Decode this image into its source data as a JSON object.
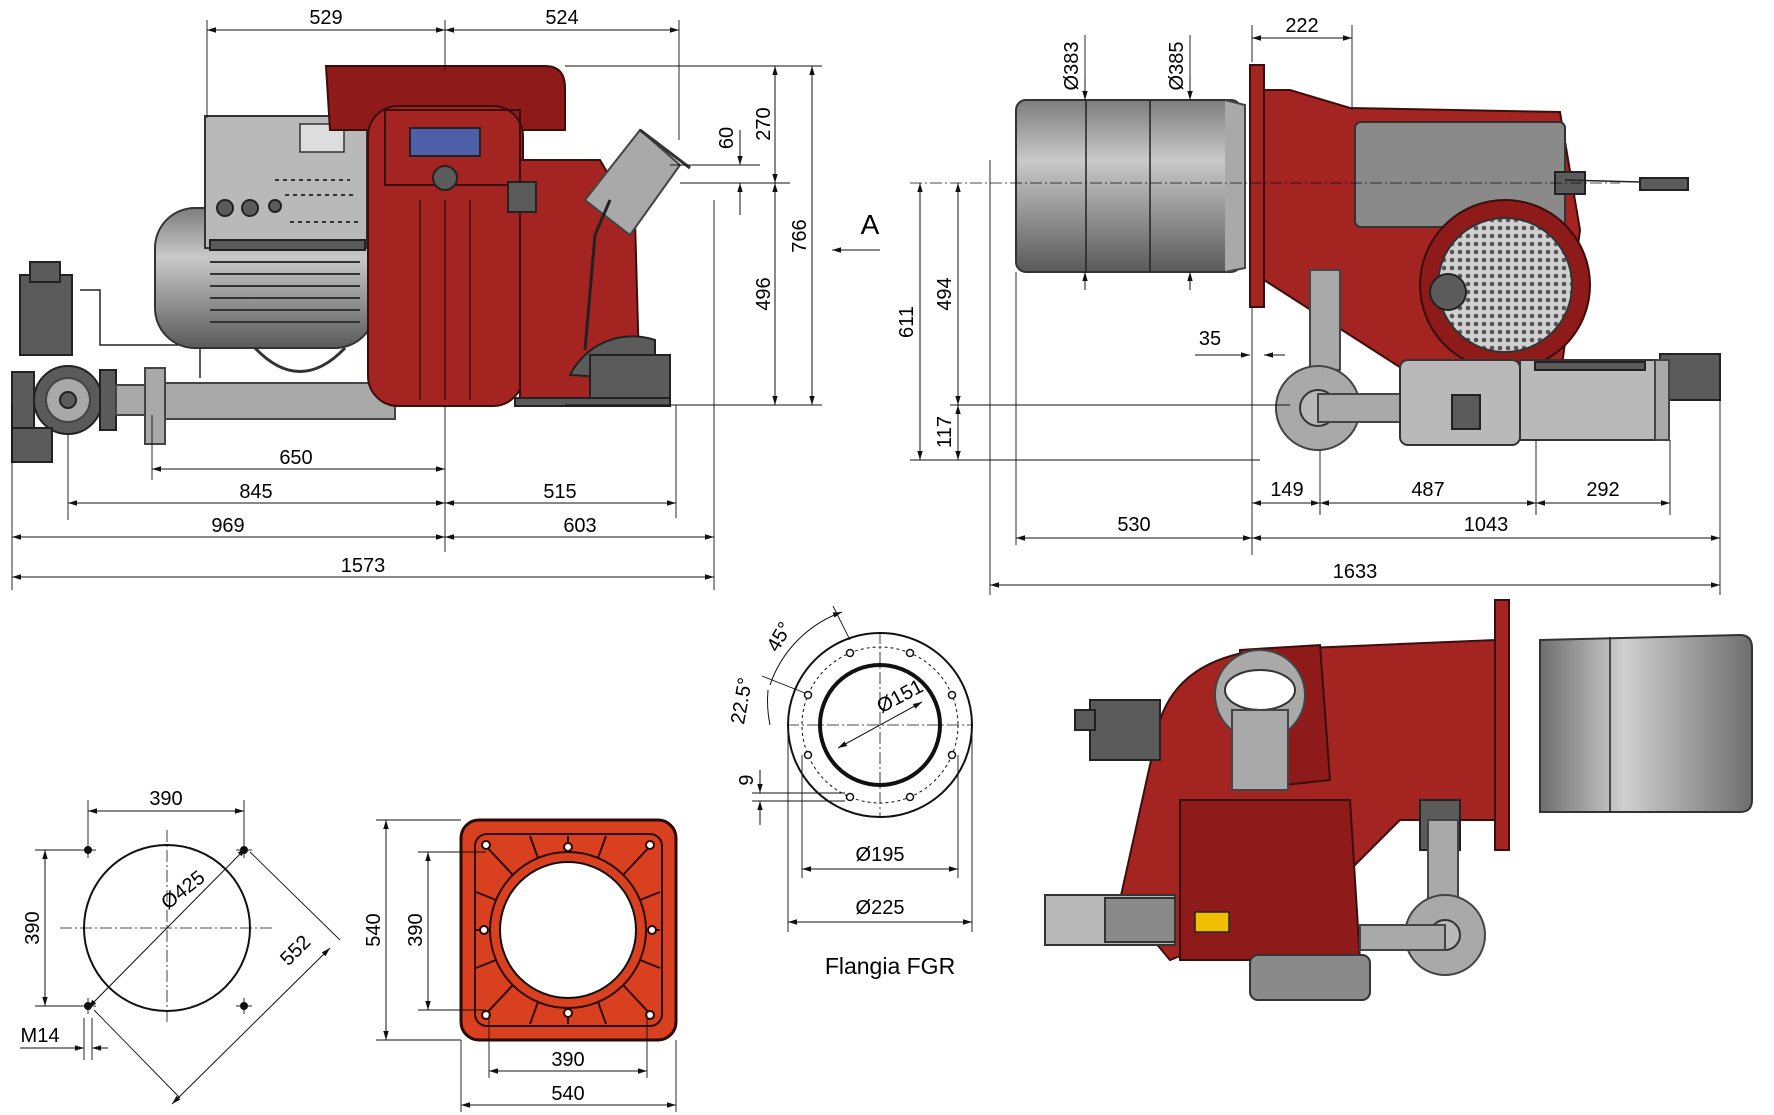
{
  "dimensions": {
    "side_view": {
      "d529": "529",
      "d524": "524",
      "d270": "270",
      "d60": "60",
      "d766": "766",
      "d496": "496",
      "d650": "650",
      "d845": "845",
      "d515": "515",
      "d969": "969",
      "d603": "603",
      "d1573": "1573"
    },
    "view_arrow": "A",
    "top_view": {
      "d383": "Ø383",
      "d385": "Ø385",
      "d222": "222",
      "d611": "611",
      "d494": "494",
      "d35": "35",
      "d117": "117",
      "d149": "149",
      "d487": "487",
      "d292": "292",
      "d530": "530",
      "d1043": "1043",
      "d1633": "1633"
    },
    "boiler_hole": {
      "d390_h": "390",
      "d390_v": "390",
      "d425": "Ø425",
      "d552": "552",
      "m14": "M14"
    },
    "gasket": {
      "d540_v": "540",
      "d390_v": "390",
      "d390_h": "390",
      "d540_h": "540"
    },
    "fgr_flange": {
      "d45": "45°",
      "d22_5": "22.5°",
      "d151": "Ø151",
      "d9": "9",
      "d195": "Ø195",
      "d225": "Ø225",
      "caption": "Flangia FGR"
    }
  },
  "colors": {
    "body_red": "#a32421",
    "gasket_orange": "#d8401f",
    "steel_grey": "#a9a9a9"
  }
}
